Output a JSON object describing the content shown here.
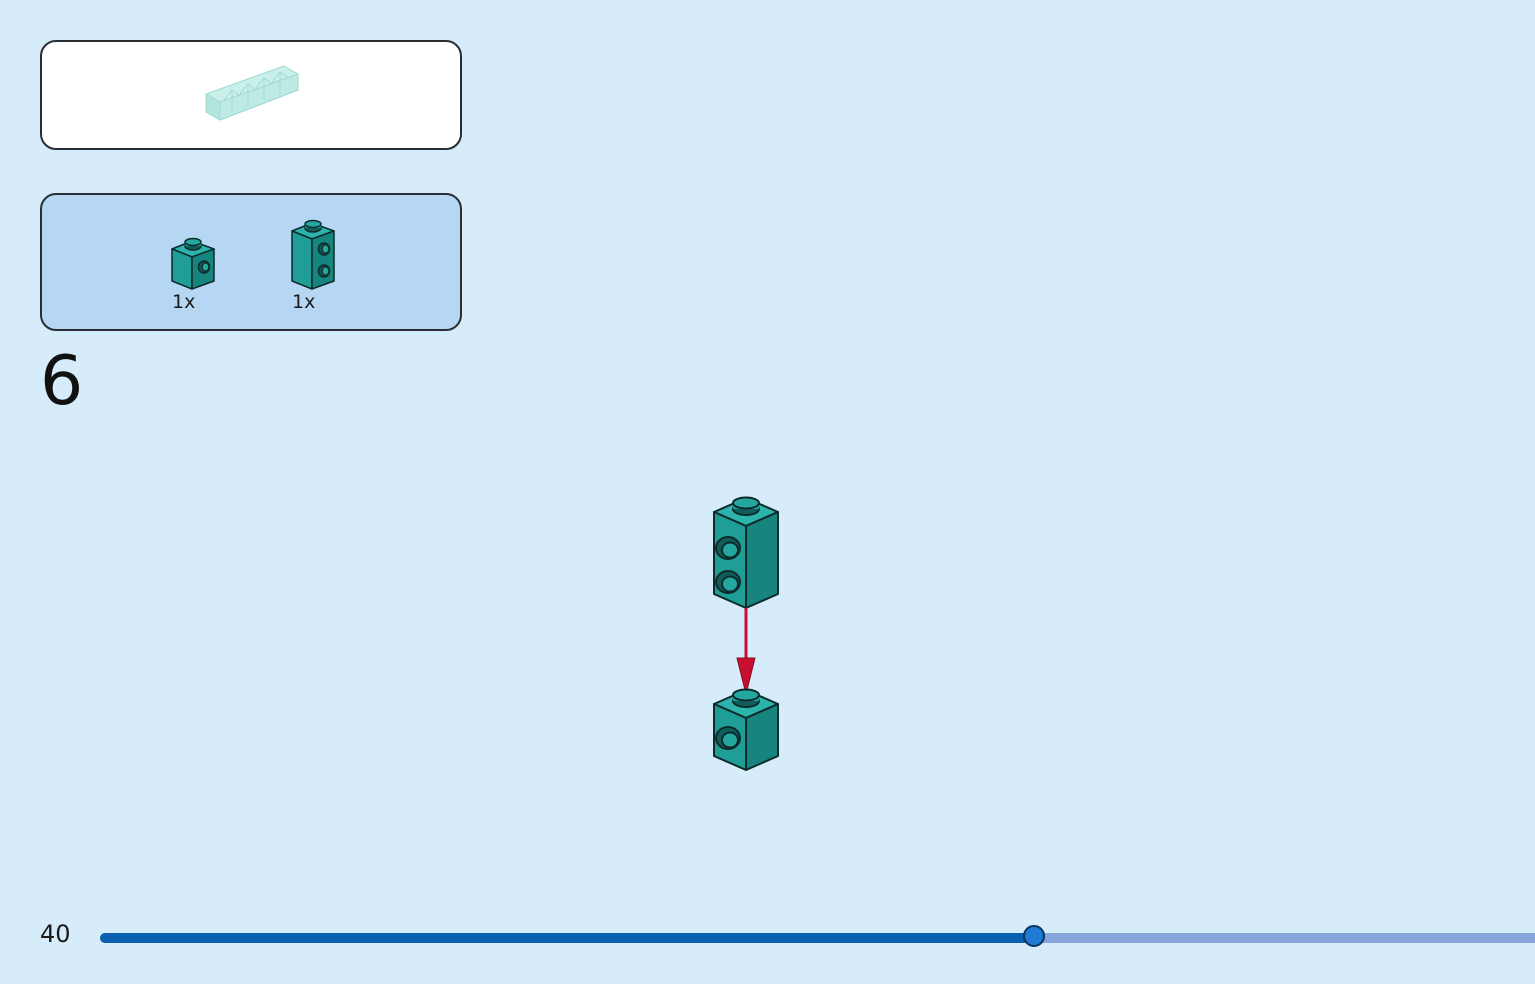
{
  "step": {
    "number": "6"
  },
  "parts": [
    {
      "qty": "1x",
      "icon": "teal-1x1-brick-with-side-stud-icon"
    },
    {
      "qty": "1x",
      "icon": "teal-1x1x2-brick-with-two-side-studs-icon"
    }
  ],
  "submodel": {
    "icon": "translucent-aqua-slope-assembly-icon"
  },
  "page": {
    "number": "40"
  },
  "progress": {
    "fraction": 0.651
  },
  "colors": {
    "background": "#d6ecfa",
    "parts_box": "#b5d7f4",
    "brick_teal": "#1f9e98",
    "brick_teal_dark": "#137a75",
    "arrow": "#c8102e",
    "progress_fill": "#0a5fb0",
    "progress_track": "#86a6dc"
  }
}
